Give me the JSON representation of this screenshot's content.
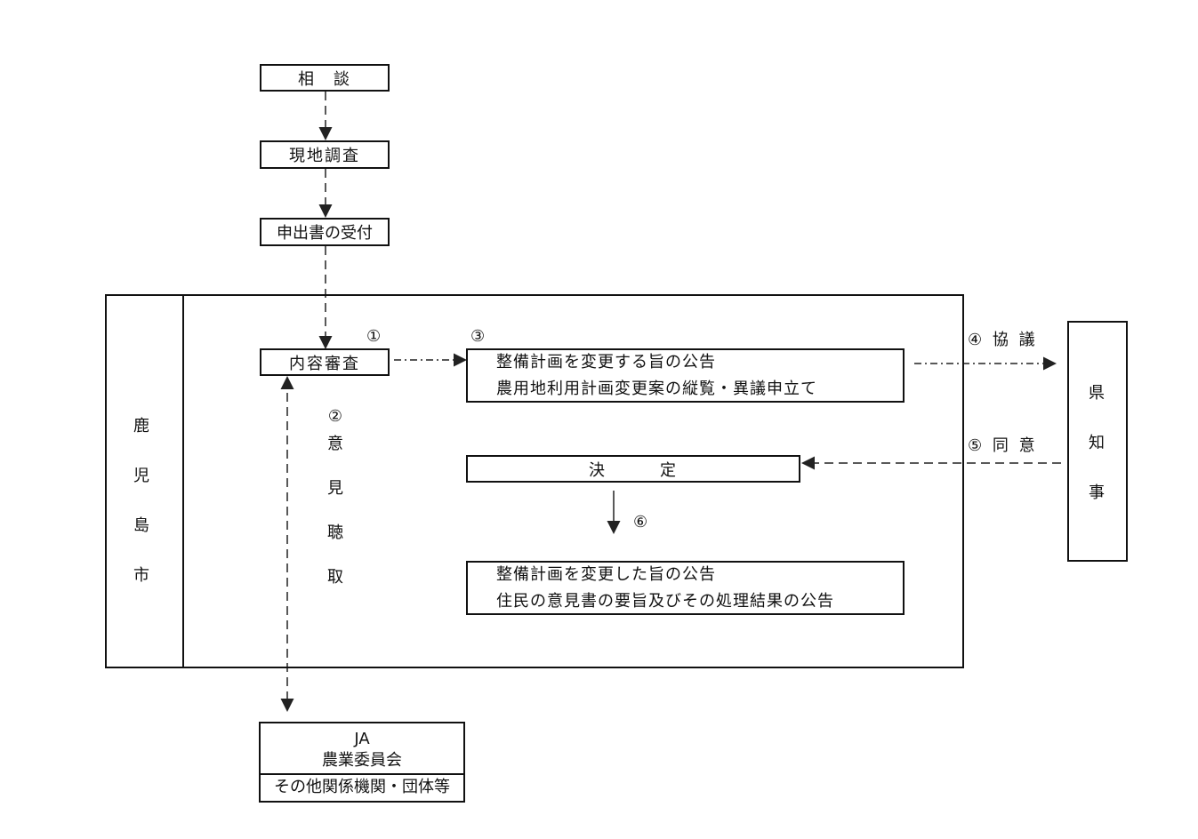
{
  "steps": {
    "consult": "相　談",
    "site_survey": "現地調査",
    "application": "申出書の受付",
    "review": "内容審査",
    "notice1_line1": "整備計画を変更する旨の公告",
    "notice1_line2": "農用地利用計画変更案の縦覧・異議申立て",
    "decision": "決　　　定",
    "notice2_line1": "整備計画を変更した旨の公告",
    "notice2_line2": "住民の意見書の要旨及びその処理結果の公告"
  },
  "markers": {
    "m1": "①",
    "m2": "②",
    "m3": "③",
    "m4": "④ 協 議",
    "m5": "⑤ 同 意",
    "m6": "⑥"
  },
  "opinion_label": [
    "意",
    "見",
    "聴",
    "取"
  ],
  "city_label": [
    "鹿",
    "児",
    "島",
    "市"
  ],
  "governor_label": [
    "県",
    "知",
    "事"
  ],
  "orgs": {
    "line1": "JA",
    "line2": "農業委員会",
    "line3": "その他関係機関・団体等"
  }
}
